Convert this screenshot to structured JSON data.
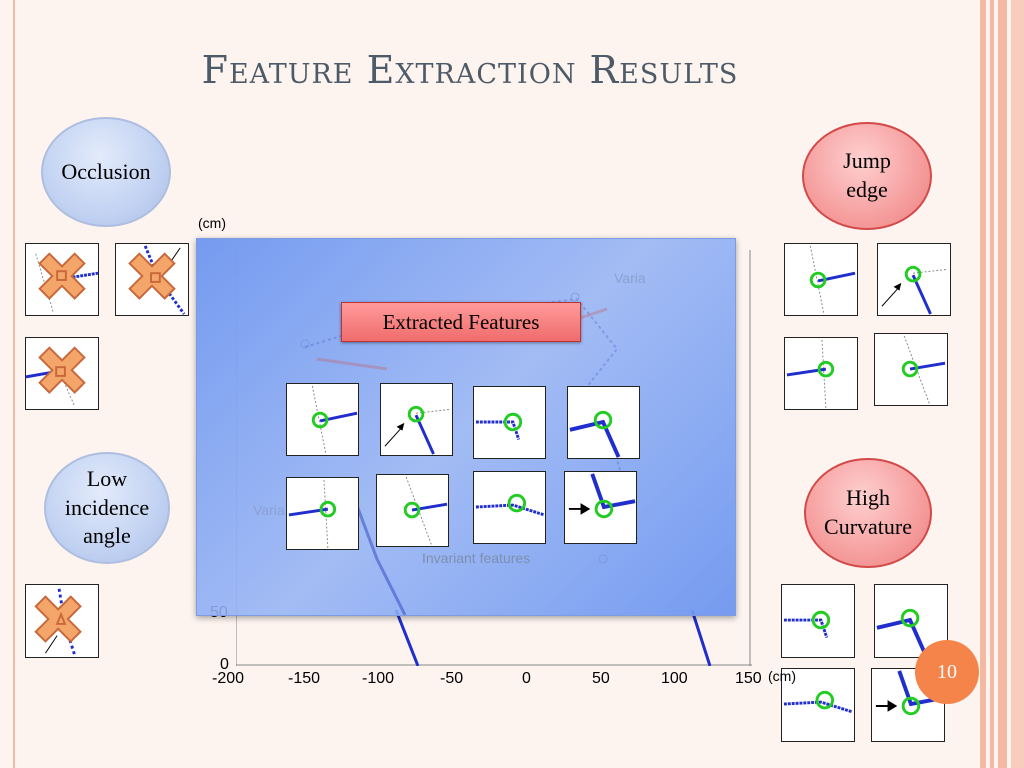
{
  "slide": {
    "title": "Feature Extraction Results",
    "page_number": "10"
  },
  "bubbles": {
    "occlusion": "Occlusion",
    "low_incidence": "Low incidence angle",
    "jump_edge": "Jump edge",
    "high_curvature": "High Curvature"
  },
  "plot": {
    "y_unit": "(cm)",
    "x_unit": "(cm)",
    "x_ticks": [
      "-200",
      "-150",
      "-100",
      "-50",
      "0",
      "50",
      "100",
      "150"
    ],
    "y_ticks": [
      "50",
      "0"
    ]
  },
  "overlay": {
    "badge": "Extracted Features",
    "invariant_label": "Invariant features",
    "variant_label_top": "Varia",
    "variant_label_left": "Varia"
  },
  "colors": {
    "accent_orange": "#f5844a",
    "stripe": "#f4b9a3",
    "scan_blue": "#1f2ecc",
    "feature_green": "#22cc22",
    "cross_orange": "#f4a56a",
    "title_gray": "#4d5a68"
  }
}
